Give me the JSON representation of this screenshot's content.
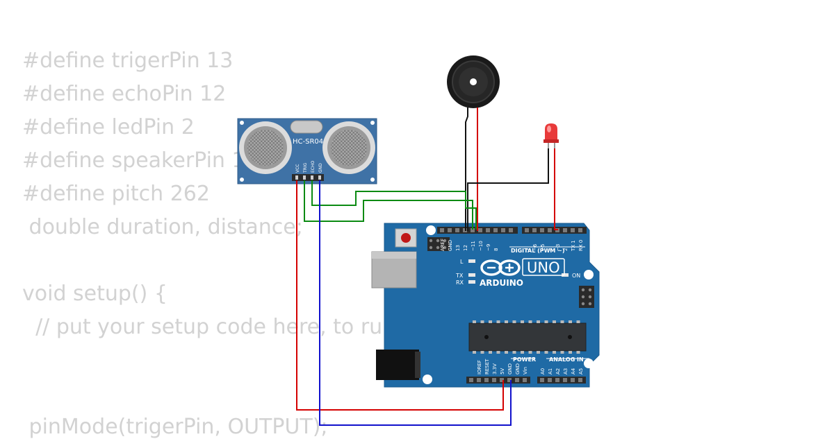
{
  "code_lines": [
    "#define trigerPin 13",
    "#define echoPin 12",
    "#define ledPin 2",
    "#define speakerPin 1",
    "#define pitch 262",
    " double duration, distance;",
    "",
    "void setup() {",
    "  // put your setup code here, to ru",
    "",
    "",
    " pinMode(trigerPin, OUTPUT);"
  ],
  "sensor": {
    "model": "HC-SR04",
    "pins": [
      "VCC",
      "TRIG",
      "ECHO",
      "GND"
    ]
  },
  "board": {
    "name": "UNO",
    "brand": "ARDUINO",
    "digital_header": "DIGITAL (PWM ~)",
    "digital_pins": [
      "AREF",
      "GND",
      "13",
      "12",
      "~11",
      "~10",
      "~9",
      "8",
      "7",
      "~6",
      "~5",
      "4",
      "~3",
      "2",
      "TX 1",
      "RX 0"
    ],
    "power_header": "POWER",
    "power_pins": [
      "IOREF",
      "RESET",
      "3.3V",
      "5V",
      "GND",
      "GND",
      "Vin"
    ],
    "analog_header": "ANALOG IN",
    "analog_pins": [
      "A0",
      "A1",
      "A2",
      "A3",
      "A4",
      "A5"
    ],
    "led_labels": [
      "L",
      "TX",
      "RX"
    ],
    "on_label": "ON"
  },
  "wire_colors": {
    "red": "#d40000",
    "black": "#111111",
    "green": "#0a8a12",
    "blue": "#1111cc"
  },
  "colors": {
    "board": "#1f6aa5",
    "sensor_board": "#3f72a6",
    "code_text": "#d2d2d2"
  }
}
